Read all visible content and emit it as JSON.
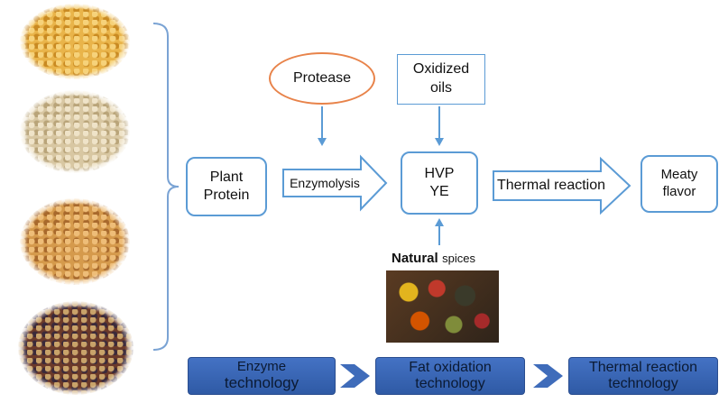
{
  "left_images": [
    {
      "name": "soybeans-image",
      "colors": [
        "#e9b44a",
        "#c98a22",
        "#f6d27a"
      ]
    },
    {
      "name": "chickpeas-image",
      "colors": [
        "#d8c7a2",
        "#b9a479",
        "#efe3c8"
      ]
    },
    {
      "name": "wheat-grains-image",
      "colors": [
        "#d59a4c",
        "#a8692c",
        "#eebd78"
      ]
    },
    {
      "name": "mixed-beans-image",
      "colors": [
        "#6b3a2a",
        "#3b2a3a",
        "#c9a36a"
      ]
    }
  ],
  "nodes": {
    "protease": "Protease",
    "oxidized_oils": {
      "line1": "Oxidized",
      "line2": "oils"
    },
    "plant_protein": {
      "line1": "Plant",
      "line2": "Protein"
    },
    "hvp_ye": {
      "line1": "HVP",
      "line2": "YE"
    },
    "meaty_flavor": {
      "line1": "Meaty",
      "line2": "flavor"
    }
  },
  "arrows": {
    "enzymolysis": "Enzymolysis",
    "thermal_reaction": "Thermal reaction"
  },
  "natural_spices": {
    "part1": "Natural",
    "part2": "spices"
  },
  "technologies": [
    {
      "line1": "Enzyme",
      "line2": "technology"
    },
    {
      "line1": "Fat oxidation",
      "line2": "technology"
    },
    {
      "line1": "Thermal reaction",
      "line2": "technology"
    }
  ],
  "colors": {
    "accent_blue": "#5b9bd5",
    "protease_orange": "#e8834a",
    "tech_blue": "#4472c4"
  }
}
